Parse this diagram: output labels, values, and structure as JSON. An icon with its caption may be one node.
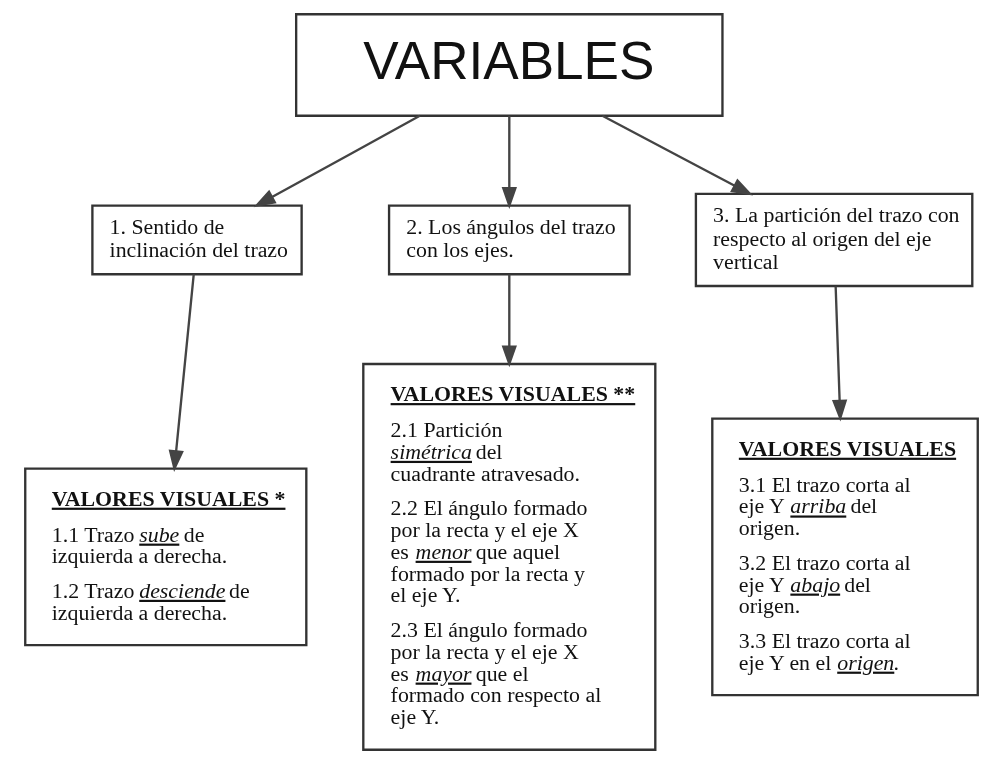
{
  "diagram": {
    "nodes": [
      {
        "text": [
          "VARIABLES"
        ]
      },
      {
        "text": [
          "1. Sentido de inclinación del trazo"
        ]
      },
      {
        "text": [
          "2. Los ángulos del trazo con los ejes."
        ]
      },
      {
        "text": [
          "3. La partición del trazo con respecto al origen del eje vertical"
        ]
      },
      {
        "text": [
          "VALORES VISUALES *",
          "1.1 Trazo *sube* de izquierda a derecha.",
          "1.2 Trazo *desciende* de izquierda a derecha."
        ]
      },
      {
        "text": [
          "VALORES VISUALES **",
          "2.1 Partición *simétrica* del cuadrante atravesado.",
          "2.2 El ángulo formado por la recta y el eje X es *menor* que aquel formado por la recta y el eje Y.",
          "2.3 El ángulo formado por la recta y el eje X es *mayor* que el formado con respecto al eje Y."
        ]
      },
      {
        "text": [
          "VALORES VISUALES",
          "3.1 El trazo corta al eje Y *arriba* del origen.",
          "3.2 El trazo corta al eje Y *abajo* del origen.",
          "3.3 El trazo corta al eje Y en el *origen*."
        ]
      }
    ],
    "edges": [
      {
        "from": 0,
        "to": 1,
        "arrow": "to"
      },
      {
        "from": 0,
        "to": 2,
        "arrow": "to"
      },
      {
        "from": 0,
        "to": 3,
        "arrow": "to"
      },
      {
        "from": 1,
        "to": 4,
        "arrow": "to"
      },
      {
        "from": 2,
        "to": 5,
        "arrow": "to"
      },
      {
        "from": 3,
        "to": 6,
        "arrow": "to"
      }
    ]
  }
}
